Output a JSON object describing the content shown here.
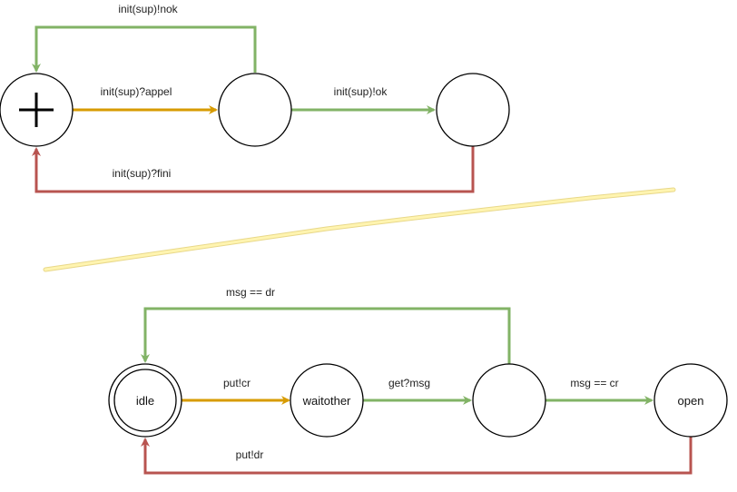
{
  "colors": {
    "green": "#82b366",
    "orange": "#d79b00",
    "red": "#b85450",
    "divider": "#fff2a8",
    "divider_edge": "#e8d88a"
  },
  "top": {
    "initial_icon": "plus-icon",
    "edges": {
      "nok": "init(sup)!nok",
      "appel": "init(sup)?appel",
      "ok": "init(sup)!ok",
      "fini": "init(sup)?fini"
    }
  },
  "bottom": {
    "states": {
      "idle": "idle",
      "waitother": "waitother",
      "open": "open"
    },
    "edges": {
      "msg_dr": "msg == dr",
      "put_cr": "put!cr",
      "get_msg": "get?msg",
      "msg_cr": "msg == cr",
      "put_dr": "put!dr"
    }
  }
}
